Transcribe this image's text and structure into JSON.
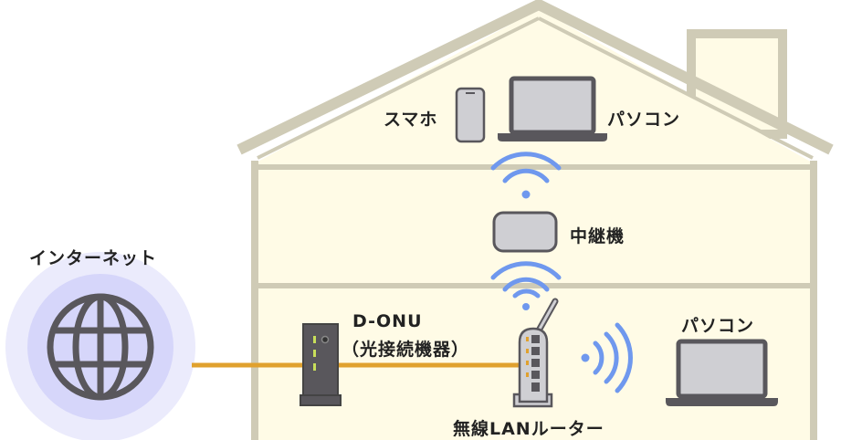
{
  "labels": {
    "internet": "インターネット",
    "smartphone": "スマホ",
    "pc_upstairs": "パソコン",
    "repeater": "中継機",
    "onu_name": "D-ONU",
    "onu_desc": "（光接続機器）",
    "router": "無線LANルーター",
    "pc_downstairs": "パソコン"
  },
  "colors": {
    "wall": "#fffbe6",
    "house_stroke": "#cfcbb6",
    "cable": "#e0a12e",
    "wifi": "#6f98ee",
    "device": "#59575c",
    "globe_outer": "#ebebfc",
    "globe_inner": "#d6d6fa"
  }
}
